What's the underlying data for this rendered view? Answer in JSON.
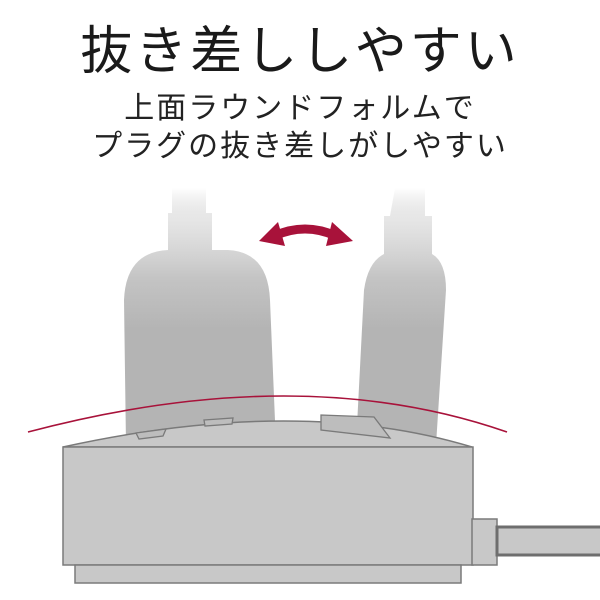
{
  "headline": "抜き差ししやすい",
  "subheadline": {
    "line1": "上面ラウンドフォルムで",
    "line2": "プラグの抜き差しがしやすい"
  },
  "illustration": {
    "subject": "power-strip-with-two-plugs",
    "elements": [
      "left-plug",
      "right-plug",
      "double-headed-arrow",
      "curved-top-guide-line",
      "power-strip-body",
      "power-strip-base",
      "cord"
    ],
    "colors": {
      "accent": "#a8123a",
      "body": "#c8c8c8",
      "outline": "#7a7a7a",
      "plug": "#b4b4b4",
      "background": "#ffffff"
    }
  }
}
